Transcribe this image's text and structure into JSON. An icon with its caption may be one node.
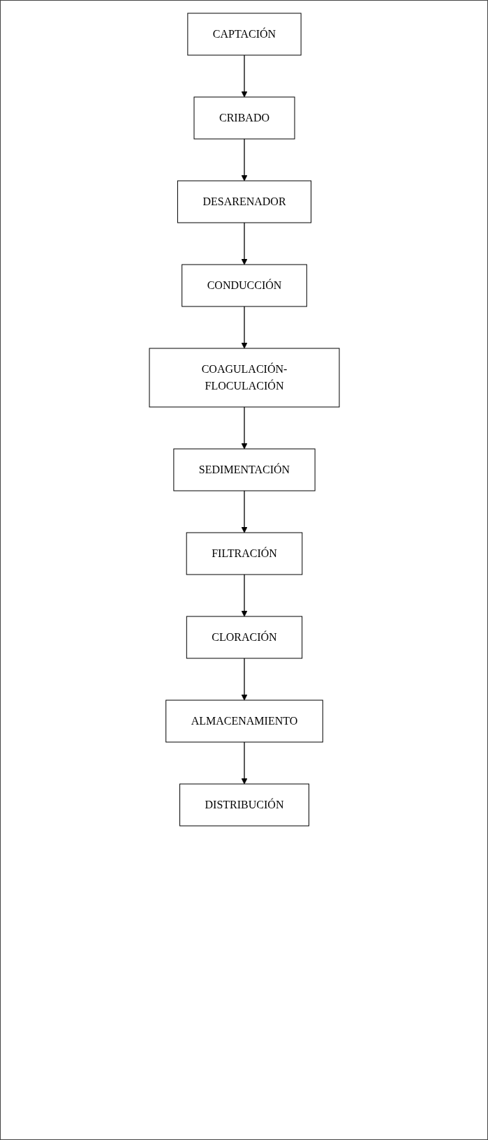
{
  "diagram": {
    "nodes": [
      {
        "text": [
          "CAPTACIÓN"
        ]
      },
      {
        "text": [
          "CRIBADO"
        ]
      },
      {
        "text": [
          "DESARENADOR"
        ]
      },
      {
        "text": [
          "CONDUCCIÓN"
        ]
      },
      {
        "text": [
          "COAGULACIÓN-FLOCULACIÓN"
        ]
      },
      {
        "text": [
          "SEDIMENTACIÓN"
        ]
      },
      {
        "text": [
          "FILTRACIÓN"
        ]
      },
      {
        "text": [
          "CLORACIÓN"
        ]
      },
      {
        "text": [
          "ALMACENAMIENTO"
        ]
      },
      {
        "text": [
          "DISTRIBUCIÓN"
        ]
      }
    ],
    "edges": [
      {
        "from": 0,
        "to": 1,
        "arrow": "to"
      },
      {
        "from": 1,
        "to": 2,
        "arrow": "to"
      },
      {
        "from": 2,
        "to": 3,
        "arrow": "to"
      },
      {
        "from": 3,
        "to": 4,
        "arrow": "to"
      },
      {
        "from": 4,
        "to": 5,
        "arrow": "to"
      },
      {
        "from": 5,
        "to": 6,
        "arrow": "to"
      },
      {
        "from": 6,
        "to": 7,
        "arrow": "to"
      },
      {
        "from": 7,
        "to": 8,
        "arrow": "to"
      },
      {
        "from": 8,
        "to": 9,
        "arrow": "to"
      }
    ]
  }
}
